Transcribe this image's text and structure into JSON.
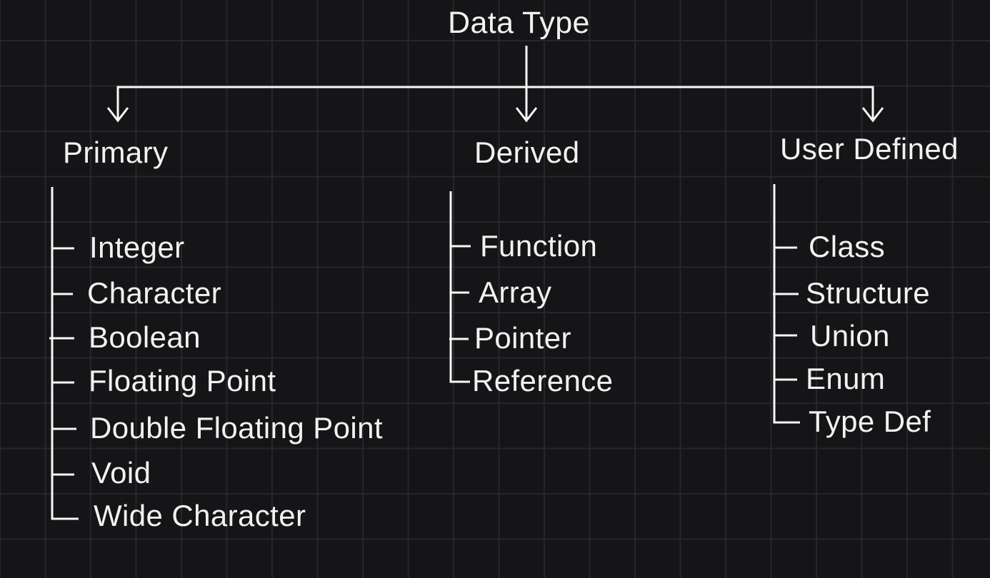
{
  "diagram": {
    "title": "Data Type",
    "branches": [
      {
        "label": "Primary",
        "items": [
          "Integer",
          "Character",
          "Boolean",
          "Floating Point",
          "Double Floating Point",
          "Void",
          "Wide Character"
        ]
      },
      {
        "label": "Derived",
        "items": [
          "Function",
          "Array",
          "Pointer",
          "Reference"
        ]
      },
      {
        "label": "User Defined",
        "items": [
          "Class",
          "Structure",
          "Union",
          "Enum",
          "Type Def"
        ]
      }
    ]
  },
  "colors": {
    "background": "#151517",
    "grid_line": "#27272b",
    "connector": "#f8f8f8",
    "text": "#f2f2f2"
  }
}
